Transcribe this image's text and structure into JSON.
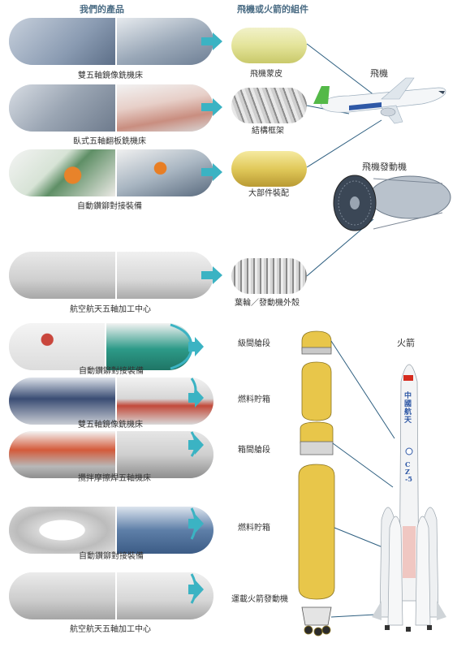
{
  "headers": {
    "products": "我們的產品",
    "components": "飛機或火箭的組件"
  },
  "products": [
    {
      "label": "雙五軸鏡像銑機床"
    },
    {
      "label": "臥式五軸翻板銑機床"
    },
    {
      "label": "自動鑽鉚對接裝備"
    },
    {
      "label": "航空航天五軸加工中心"
    },
    {
      "label": "自動鑽鉚對接裝備"
    },
    {
      "label": "雙五軸鏡像銑機床"
    },
    {
      "label": "攪拌摩擦焊五軸機床"
    },
    {
      "label": "自動鑽鉚對接裝備"
    },
    {
      "label": "航空航天五軸加工中心"
    }
  ],
  "aircraft_parts": [
    {
      "label": "飛機蒙皮"
    },
    {
      "label": "結構框架"
    },
    {
      "label": "大部件裝配"
    },
    {
      "label": "葉輪／發動機外殼"
    }
  ],
  "rocket_parts": [
    {
      "label": "級間艙段"
    },
    {
      "label": "燃料貯箱"
    },
    {
      "label": "箱間艙段"
    },
    {
      "label": "燃料貯箱"
    },
    {
      "label": "運載火箭發動機"
    }
  ],
  "targets": {
    "aircraft": "飛機",
    "engine": "飛機發動機",
    "rocket": "火箭"
  },
  "rocket_text": {
    "top": "中國航天",
    "bottom": "CZ-5"
  },
  "colors": {
    "arrow": "#3bb3c3",
    "header": "#4a6c84",
    "tank": "#e8c64a",
    "line": "#2e5f80"
  }
}
